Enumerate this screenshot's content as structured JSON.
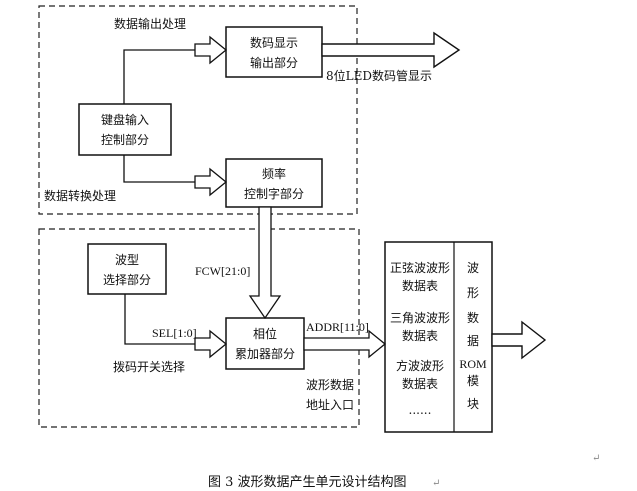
{
  "diagram": {
    "boxes": {
      "display": [
        "数码显示",
        "输出部分"
      ],
      "keyboard": [
        "键盘输入",
        "控制部分"
      ],
      "freq": [
        "频率",
        "控制字部分"
      ],
      "wave_sel": [
        "波型",
        "选择部分"
      ],
      "phase": [
        "相位",
        "累加器部分"
      ],
      "rom_tables": [
        "正弦波波形",
        "数据表",
        "三角波波形",
        "数据表",
        "方波波形",
        "数据表",
        "......"
      ],
      "rom_module": [
        "波",
        "形",
        "数",
        "据",
        "ROM",
        "模",
        "块"
      ]
    },
    "labels": {
      "data_out": "数据输出处理",
      "led": "8位LED数码管显示",
      "data_conv": "数据转换处理",
      "fcw": "FCW[21:0]",
      "sel": "SEL[1:0]",
      "addr": "ADDR[11:0]",
      "dip": "拨码开关选择",
      "wave_addr": [
        "波形数据",
        "地址入口"
      ]
    },
    "caption": "图 3   波形数据产生单元设计结构图",
    "caption_mark": "↵",
    "corner_mark": "↵"
  }
}
